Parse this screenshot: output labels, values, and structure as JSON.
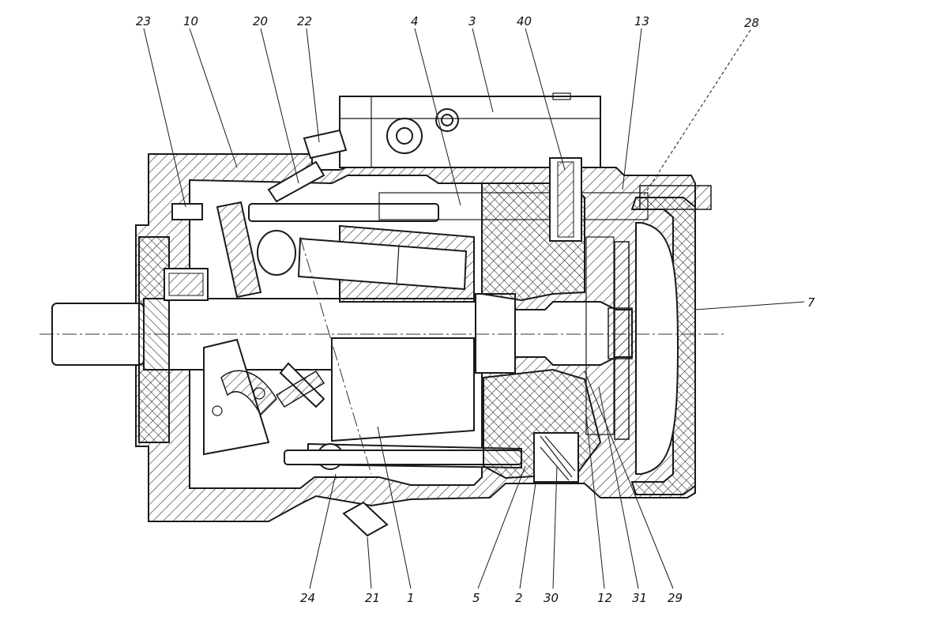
{
  "figure": {
    "description_hidden": "",
    "callouts": {
      "c23": "23",
      "c10": "10",
      "c20": "20",
      "c22": "22",
      "c4": "4",
      "c3": "3",
      "c40": "40",
      "c13": "13",
      "c28": "28",
      "c7": "7",
      "c24": "24",
      "c21": "21",
      "c1": "1",
      "c5": "5",
      "c2": "2",
      "c30": "30",
      "c12": "12",
      "c31": "31",
      "c29": "29"
    }
  },
  "colors": {
    "ink": "#1a1a1a",
    "paper": "#ffffff"
  }
}
